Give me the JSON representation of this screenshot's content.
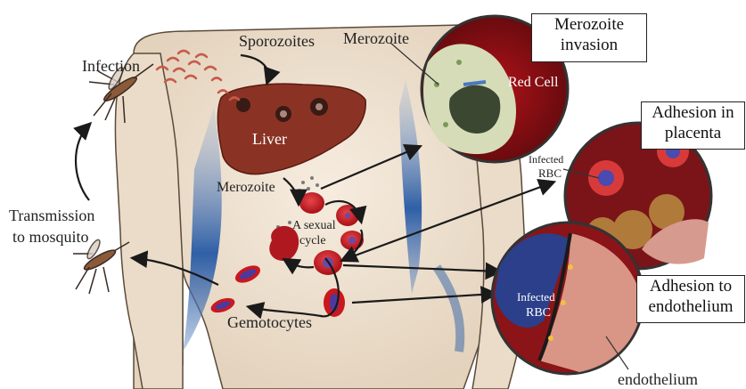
{
  "labels": {
    "sporozoites": "Sporozoites",
    "infection": "Infection",
    "liver": "Liver",
    "merozoite_top": "Merozoite",
    "merozoite_mid": "Merozoite",
    "red_cell": "Red Cell",
    "asexual_line1": "A sexual",
    "asexual_line2": "cycle",
    "transmission_line1": "Transmission",
    "transmission_line2": "to mosquito",
    "gemotocytes": "Gemotocytes",
    "infected_rbc_1_line1": "Infected",
    "infected_rbc_1_line2": "RBC",
    "infected_rbc_2_line1": "Infected",
    "infected_rbc_2_line2": "RBC",
    "endothelium": "endothelium"
  },
  "boxes": {
    "merozoite_invasion": "Merozoite\ninvasion",
    "adhesion_placenta": "Adhesion in\nplacenta",
    "adhesion_endothelium": "Adhesion to\nendothelium"
  },
  "colors": {
    "skin": "#efe3d3",
    "shadow_blue": "#2f5fa6",
    "liver": "#8a3324",
    "rbc": "#c9181e",
    "parasite": "#6a4aa8",
    "gametocyte": "#4a3aa0"
  }
}
